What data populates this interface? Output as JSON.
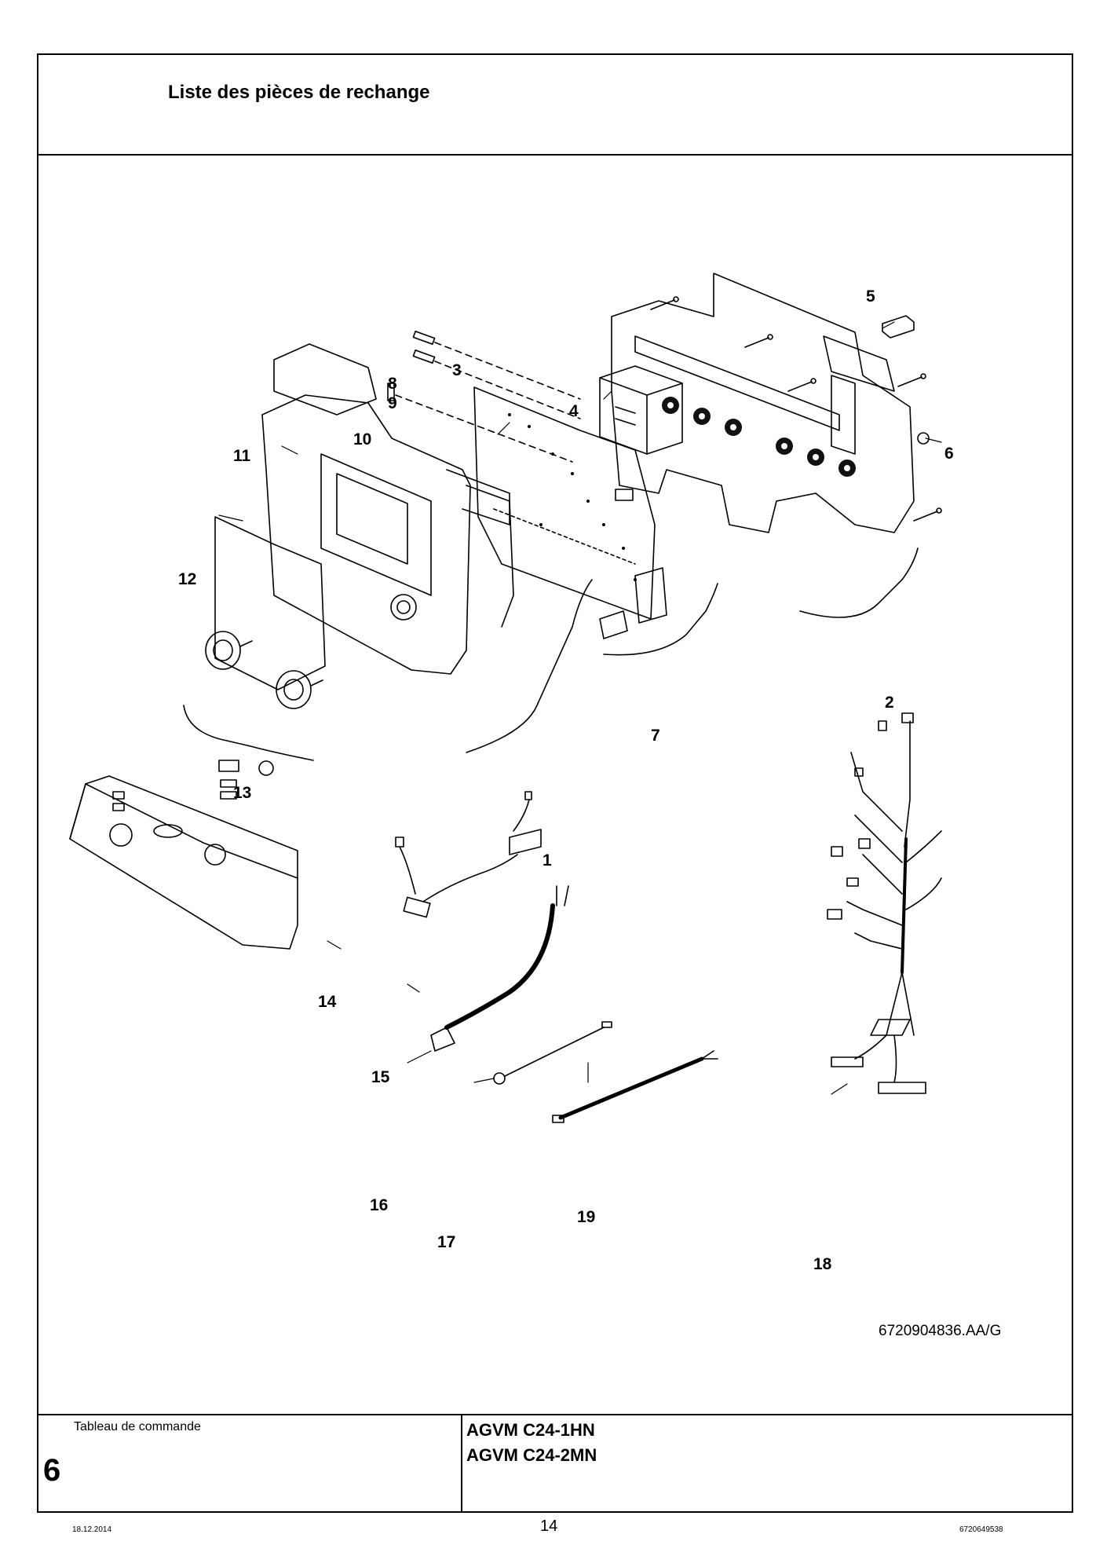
{
  "header": {
    "title": "Liste des pièces de rechange"
  },
  "drawing": {
    "callouts": [
      "1",
      "2",
      "3",
      "4",
      "5",
      "6",
      "7",
      "8",
      "9",
      "10",
      "11",
      "12",
      "13",
      "14",
      "15",
      "16",
      "17",
      "18",
      "19"
    ],
    "figure_ref": "6720904836.AA/G"
  },
  "footer": {
    "section_label": "Tableau de commande",
    "section_number": "6",
    "models": [
      "AGVM C24-1HN",
      "AGVM C24-2MN"
    ]
  },
  "page": {
    "date": "18.12.2014",
    "number": "14",
    "doc_id": "6720649538"
  }
}
